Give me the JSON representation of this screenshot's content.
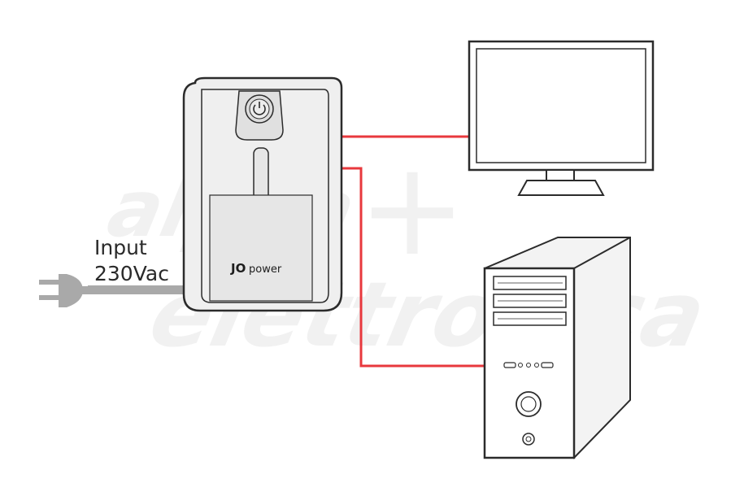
{
  "diagram": {
    "input_label": "Input",
    "voltage_label": "230Vac",
    "brand_logo": {
      "prefix": "JO",
      "suffix": "power"
    },
    "watermark_text": [
      "alpha",
      "elettronica",
      "+",
      "®"
    ],
    "colors": {
      "outline": "#2b2b2b",
      "ups_body": "#efefef",
      "ups_panel": "#e6e6e6",
      "cable_red": "#e8383d",
      "plug_grey": "#a9a9a9",
      "watermark": "#f1f1f1"
    },
    "icons": [
      "power-plug-icon",
      "ups-unit",
      "power-button-icon",
      "monitor",
      "pc-tower"
    ]
  }
}
